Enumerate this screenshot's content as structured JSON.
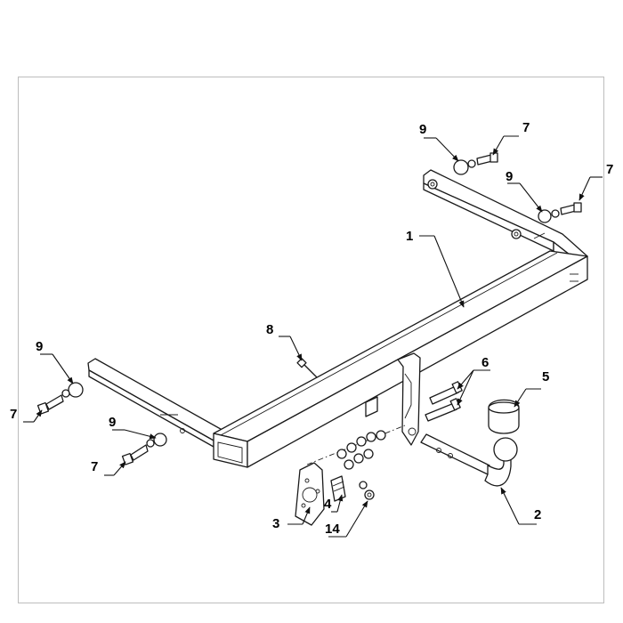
{
  "callouts": [
    {
      "id": "c1",
      "label": "1"
    },
    {
      "id": "c2",
      "label": "2"
    },
    {
      "id": "c3",
      "label": "3"
    },
    {
      "id": "c4",
      "label": "4"
    },
    {
      "id": "c5",
      "label": "5"
    },
    {
      "id": "c6",
      "label": "6"
    },
    {
      "id": "c7a",
      "label": "7"
    },
    {
      "id": "c7b",
      "label": "7"
    },
    {
      "id": "c7c",
      "label": "7"
    },
    {
      "id": "c7d",
      "label": "7"
    },
    {
      "id": "c8",
      "label": "8"
    },
    {
      "id": "c9a",
      "label": "9"
    },
    {
      "id": "c9b",
      "label": "9"
    },
    {
      "id": "c9c",
      "label": "9"
    },
    {
      "id": "c9d",
      "label": "9"
    },
    {
      "id": "c14",
      "label": "14"
    }
  ],
  "colors": {
    "line": "#1a1a1a",
    "frame": "#bdbdbd",
    "background": "#ffffff"
  }
}
